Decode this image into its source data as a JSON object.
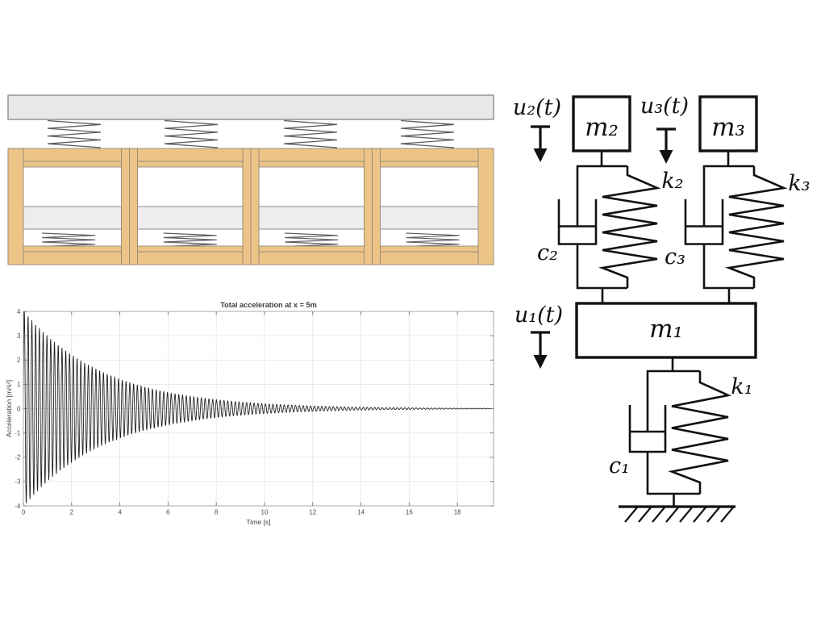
{
  "page": {
    "background": "#ffffff"
  },
  "schematic": {
    "module_count": 4,
    "top_spring_count": 4,
    "inner_spring_count": 4,
    "colors": {
      "beam": "#e8e8e8",
      "frame": "#ecc488",
      "slab": "#ededed",
      "outline": "#8c8c8c",
      "frame_outline": "#948a77",
      "spring": "#5c5c5c"
    }
  },
  "chart_data": {
    "type": "line",
    "title": "Total acceleration at x = 5m",
    "xlabel": "Time [s]",
    "ylabel": "Acceleration [m/s²]",
    "xlim": [
      0,
      19.5
    ],
    "ylim": [
      -4,
      4
    ],
    "x_ticks": [
      0,
      2,
      4,
      6,
      8,
      10,
      12,
      14,
      16,
      18
    ],
    "y_ticks": [
      -4,
      -3,
      -2,
      -1,
      0,
      1,
      2,
      3,
      4
    ],
    "grid": true,
    "line_color": "#1a1a1a",
    "signal": {
      "model": "damped_sine",
      "amplitude": 4.05,
      "decay_rate_per_s": 0.3,
      "frequency_hz": 6.4,
      "t_start": 0,
      "t_end": 19.5,
      "sample_dt": 0.008
    }
  },
  "diagram": {
    "line_color": "#111111",
    "labels": {
      "u1": "u₁(t)",
      "u2": "u₂(t)",
      "u3": "u₃(t)",
      "m1": "m₁",
      "m2": "m₂",
      "m3": "m₃",
      "k1": "k₁",
      "k2": "k₂",
      "k3": "k₃",
      "c1": "c₁",
      "c2": "c₂",
      "c3": "c₃"
    }
  }
}
